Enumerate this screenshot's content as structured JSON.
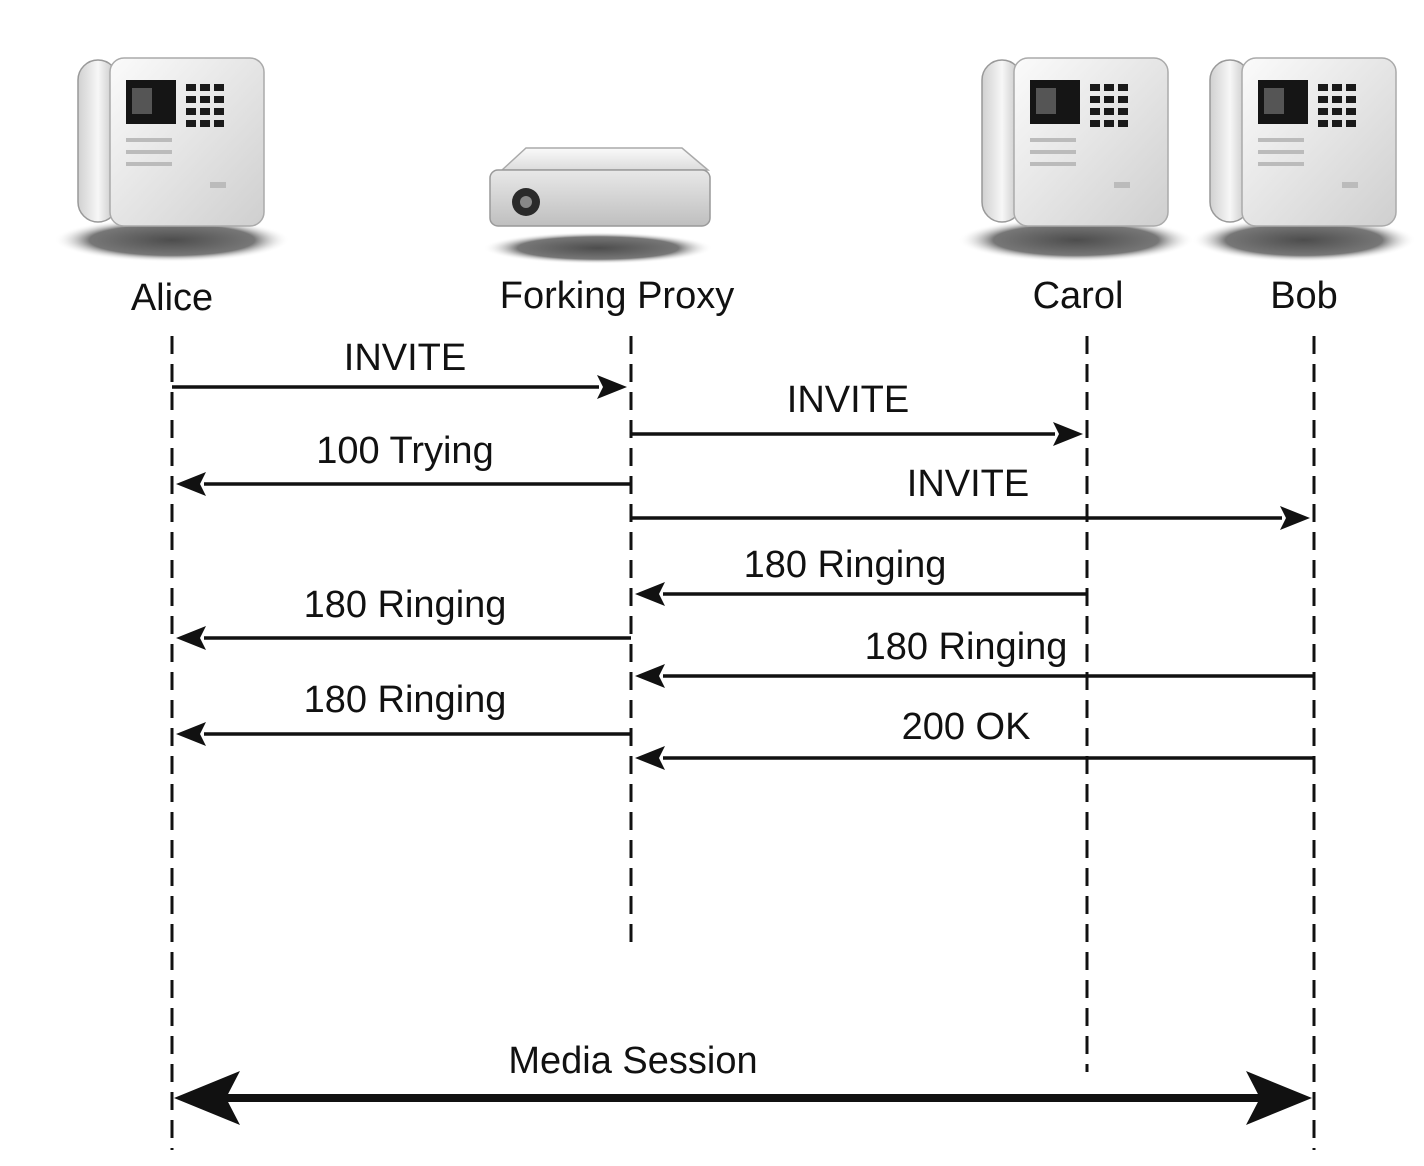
{
  "participants": [
    {
      "id": "alice",
      "label": "Alice",
      "device": "phone"
    },
    {
      "id": "proxy",
      "label": "Forking Proxy",
      "device": "server"
    },
    {
      "id": "carol",
      "label": "Carol",
      "device": "phone"
    },
    {
      "id": "bob",
      "label": "Bob",
      "device": "phone"
    }
  ],
  "messages": [
    {
      "label": "INVITE",
      "from": "alice",
      "to": "proxy"
    },
    {
      "label": "INVITE",
      "from": "proxy",
      "to": "carol"
    },
    {
      "label": "100 Trying",
      "from": "proxy",
      "to": "alice"
    },
    {
      "label": "INVITE",
      "from": "proxy",
      "to": "bob"
    },
    {
      "label": "180 Ringing",
      "from": "carol",
      "to": "proxy"
    },
    {
      "label": "180 Ringing",
      "from": "proxy",
      "to": "alice"
    },
    {
      "label": "180 Ringing",
      "from": "bob",
      "to": "proxy"
    },
    {
      "label": "180 Ringing",
      "from": "proxy",
      "to": "alice"
    },
    {
      "label": "200 OK",
      "from": "bob",
      "to": "proxy"
    }
  ],
  "media": {
    "label": "Media Session",
    "from": "alice",
    "to": "bob"
  },
  "colors": {
    "ink": "#111111",
    "device_body": "#e6e6e6",
    "device_shadow": "#6a6a6a"
  }
}
